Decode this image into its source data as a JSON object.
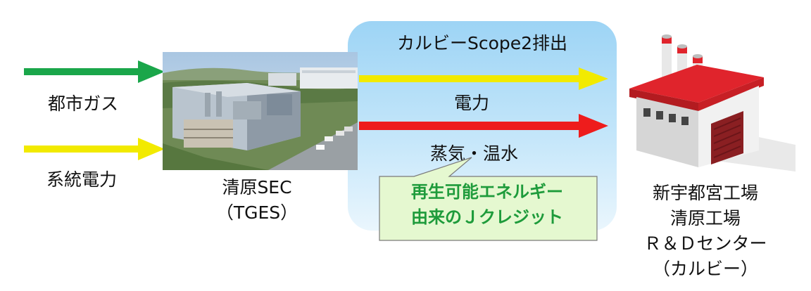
{
  "diagram": {
    "inputs": {
      "gas": "都市ガス",
      "grid_power": "系統電力"
    },
    "plant": {
      "name_line1": "清原SEC",
      "name_line2": "（TGES）"
    },
    "scope_box": {
      "title": "カルビーScope2排出",
      "electricity": "電力",
      "steam": "蒸気・温水"
    },
    "callout": {
      "line1": "再生可能エネルギー",
      "line2": "由来のＪクレジット"
    },
    "destination": {
      "line1": "新宇都宮工場",
      "line2": "清原工場",
      "line3": "Ｒ＆Ｄセンター",
      "line4": "（カルビー）"
    },
    "colors": {
      "gas_arrow": "#1aa64a",
      "grid_arrow": "#f2ea00",
      "electricity_arrow": "#f2ea00",
      "steam_arrow": "#ee1c1c",
      "callout_fill": "#e5f8d0",
      "callout_text": "#1e9b3b",
      "factory_roof": "#e0242c"
    }
  }
}
